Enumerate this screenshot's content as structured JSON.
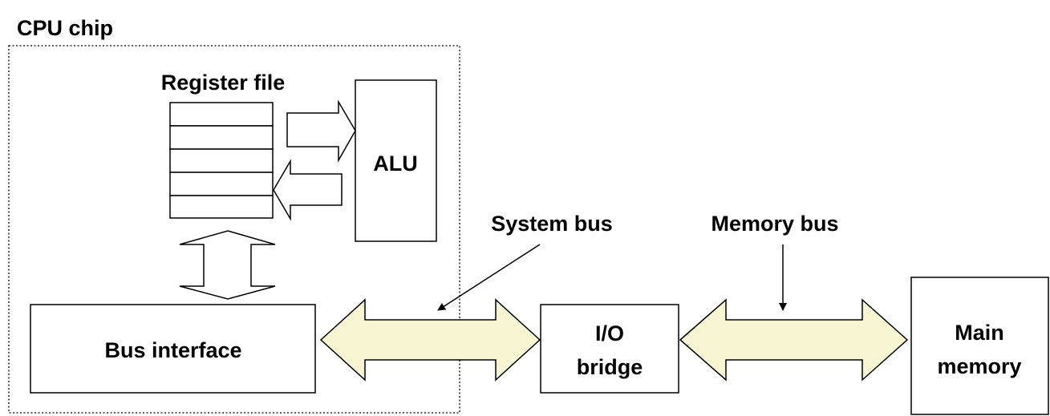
{
  "diagram": {
    "cpu_chip_label": "CPU chip",
    "register_file_label": "Register file",
    "register_row_count": 5,
    "alu_label": "ALU",
    "bus_interface_label": "Bus interface",
    "io_bridge_line1": "I/O",
    "io_bridge_line2": "bridge",
    "main_memory_line1": "Main",
    "main_memory_line2": "memory",
    "system_bus_label": "System bus",
    "memory_bus_label": "Memory bus"
  },
  "colors": {
    "bus_fill": "#F7F5D2",
    "stroke": "#000000",
    "background": "#FFFFFF"
  }
}
